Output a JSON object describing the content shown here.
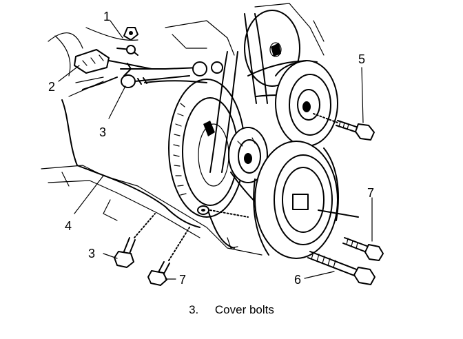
{
  "callouts": {
    "c1": "1",
    "c2": "2",
    "c3a": "3",
    "c3b": "3",
    "c4": "4",
    "c5": "5",
    "c6": "6",
    "c7a": "7",
    "c7b": "7"
  },
  "caption": {
    "number": "3.",
    "text": "Cover bolts"
  }
}
